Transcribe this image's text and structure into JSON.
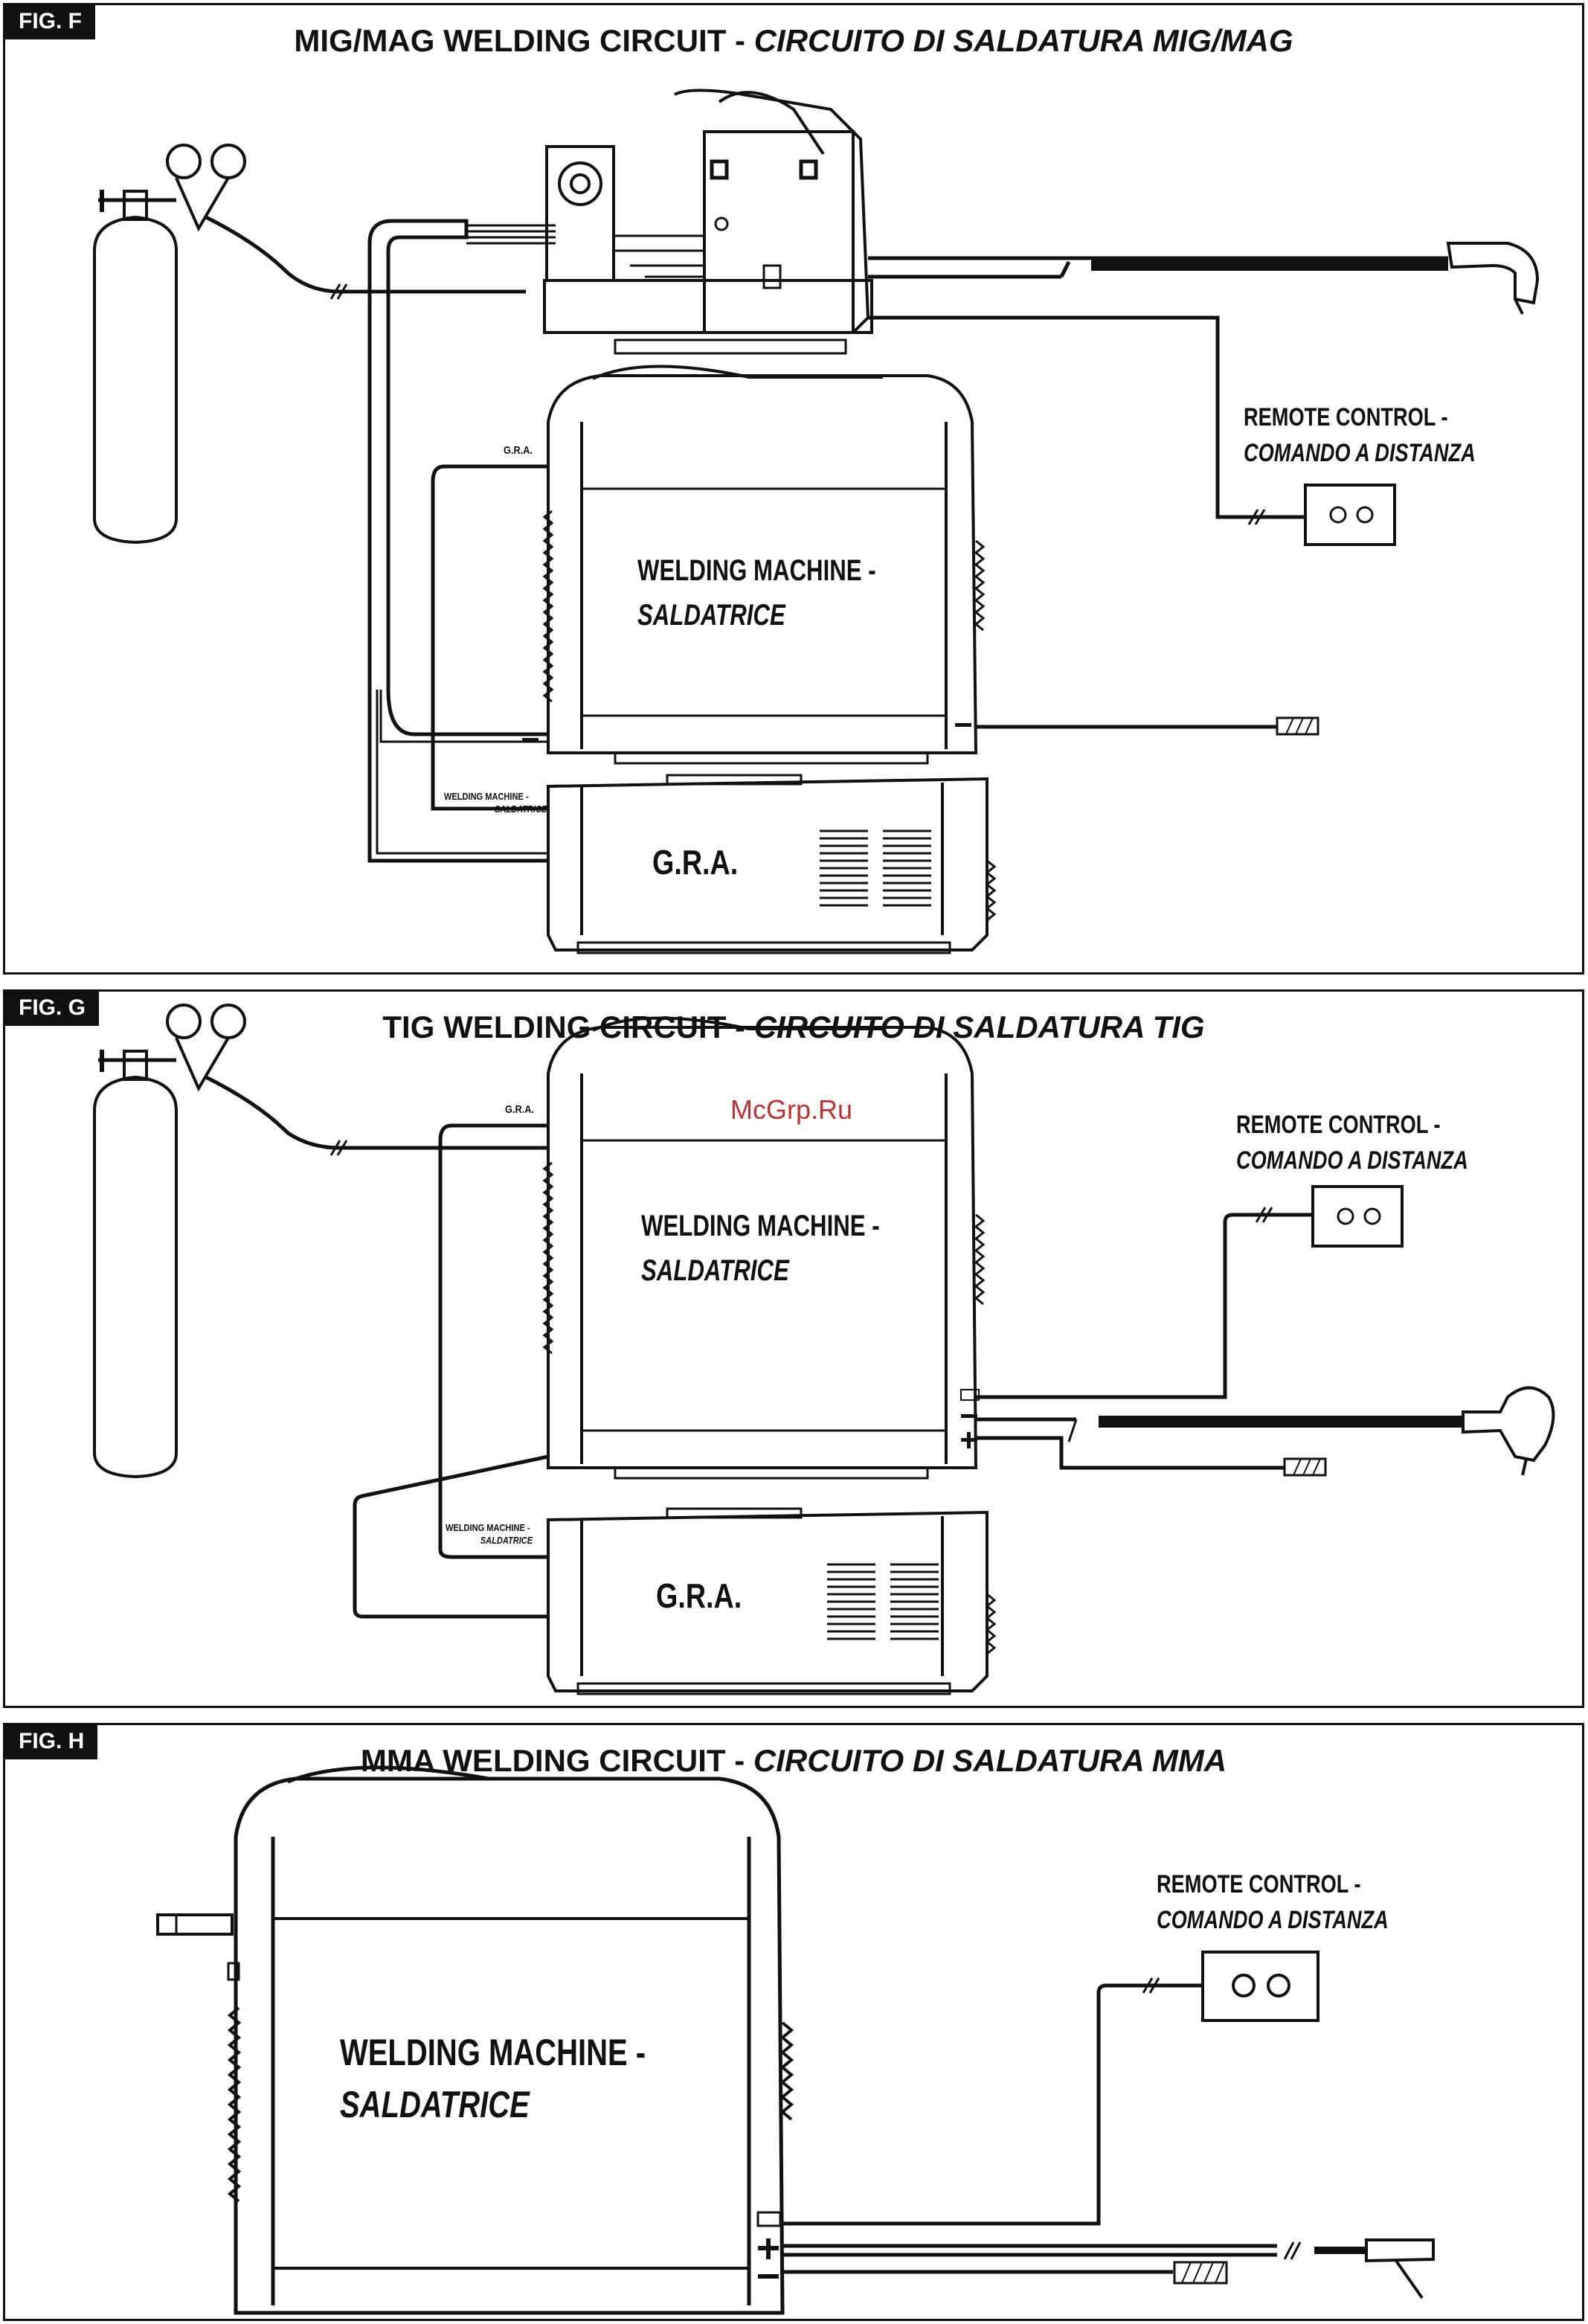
{
  "watermark": "McGrp.Ru",
  "figures": [
    {
      "tag": "FIG. F",
      "title_main": "MIG/MAG WELDING CIRCUIT - ",
      "title_it": "CIRCUITO DI SALDATURA MIG/MAG",
      "remote_line1": "REMOTE CONTROL -",
      "remote_line2": "COMANDO A DISTANZA",
      "machine_line1": "WELDING MACHINE -",
      "machine_line2": "SALDATRICE",
      "gra_label": "G.R.A.",
      "gra_port_label": "G.R.A.",
      "gra_source_line1": "WELDING MACHINE -",
      "gra_source_line2": "SALDATRICE"
    },
    {
      "tag": "FIG. G",
      "title_main": "TIG WELDING CIRCUIT - ",
      "title_it": "CIRCUITO DI  SALDATURA TIG",
      "remote_line1": "REMOTE CONTROL -",
      "remote_line2": "COMANDO A DISTANZA",
      "machine_line1": "WELDING MACHINE -",
      "machine_line2": "SALDATRICE",
      "gra_label": "G.R.A.",
      "gra_port_label": "G.R.A.",
      "gra_source_line1": "WELDING MACHINE -",
      "gra_source_line2": "SALDATRICE"
    },
    {
      "tag": "FIG. H",
      "title_main": "MMA WELDING CIRCUIT - ",
      "title_it": "CIRCUITO DI SALDATURA MMA",
      "remote_line1": "REMOTE CONTROL -",
      "remote_line2": "COMANDO A DISTANZA",
      "machine_line1": "WELDING MACHINE -",
      "machine_line2": "SALDATRICE"
    }
  ]
}
